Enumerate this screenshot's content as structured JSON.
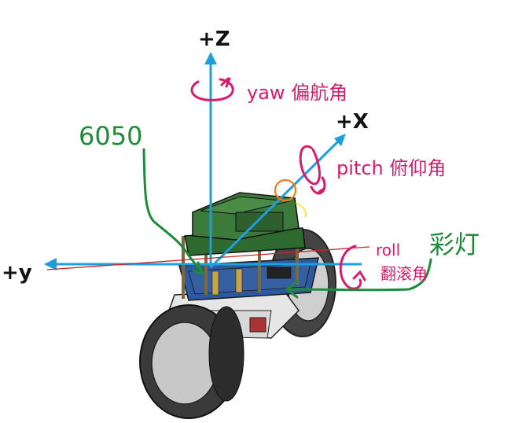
{
  "axes": {
    "z_label": "+Z",
    "x_label": "+X",
    "y_label": "+y"
  },
  "rotations": {
    "yaw_label": "yaw 偏航角",
    "pitch_label": "pitch 俯仰角",
    "roll_label": "roll",
    "roll_cn_label": "翻滚角"
  },
  "callouts": {
    "sensor_label": "6050",
    "light_label": "彩灯"
  },
  "colors": {
    "axis": "#1e9fdc",
    "annotation_pink": "#d81b6a",
    "annotation_green": "#1f8a3a",
    "roll_line": "#c62828",
    "highlight_orange": "#f07d1a",
    "pcb_green": "#2e6a2f",
    "pcb_blue": "#2c5aa0",
    "wheel": "#3a3a3a"
  }
}
